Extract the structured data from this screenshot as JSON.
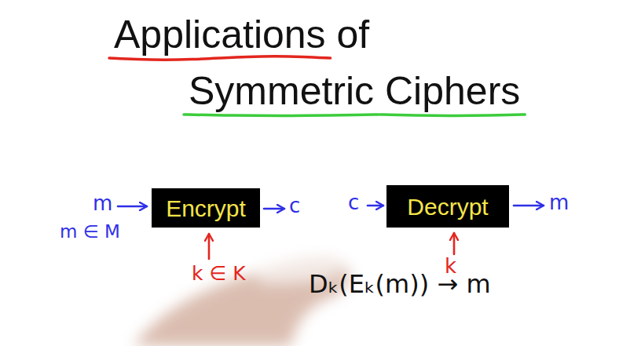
{
  "diagram": {
    "title": "Applications of Symmetric Ciphers",
    "nodes": [
      {
        "text": [
          "Encrypt"
        ]
      },
      {
        "text": [
          "Decrypt"
        ]
      }
    ],
    "labels": [
      "m",
      "m ∈ M",
      "c",
      "c",
      "m",
      "k ∈ K",
      "k",
      "Dₖ(Eₖ(m)) → m"
    ]
  }
}
